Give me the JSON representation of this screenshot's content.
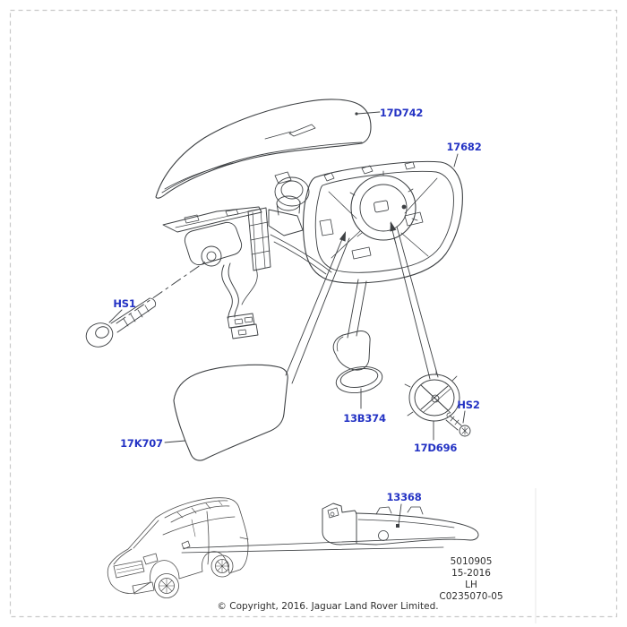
{
  "page": {
    "background": "#ffffff",
    "border_color": "#c8c8c8",
    "art_color": "#3d4043",
    "label_color": "#2433c4",
    "footer_color": "#2f2f2f"
  },
  "part_labels": {
    "cover": "17D742",
    "housing": "17682",
    "screw1": "HS1",
    "glass": "17K707",
    "puddle_lamp": "13B374",
    "motor": "17D696",
    "screw2": "HS2",
    "indicator": "13368"
  },
  "footer": {
    "doc_number": "5010905",
    "issue_code": "15-2016",
    "hand": "LH",
    "drawing_ref": "C0235070-05",
    "copyright": "© Copyright, 2016. Jaguar Land Rover Limited."
  }
}
